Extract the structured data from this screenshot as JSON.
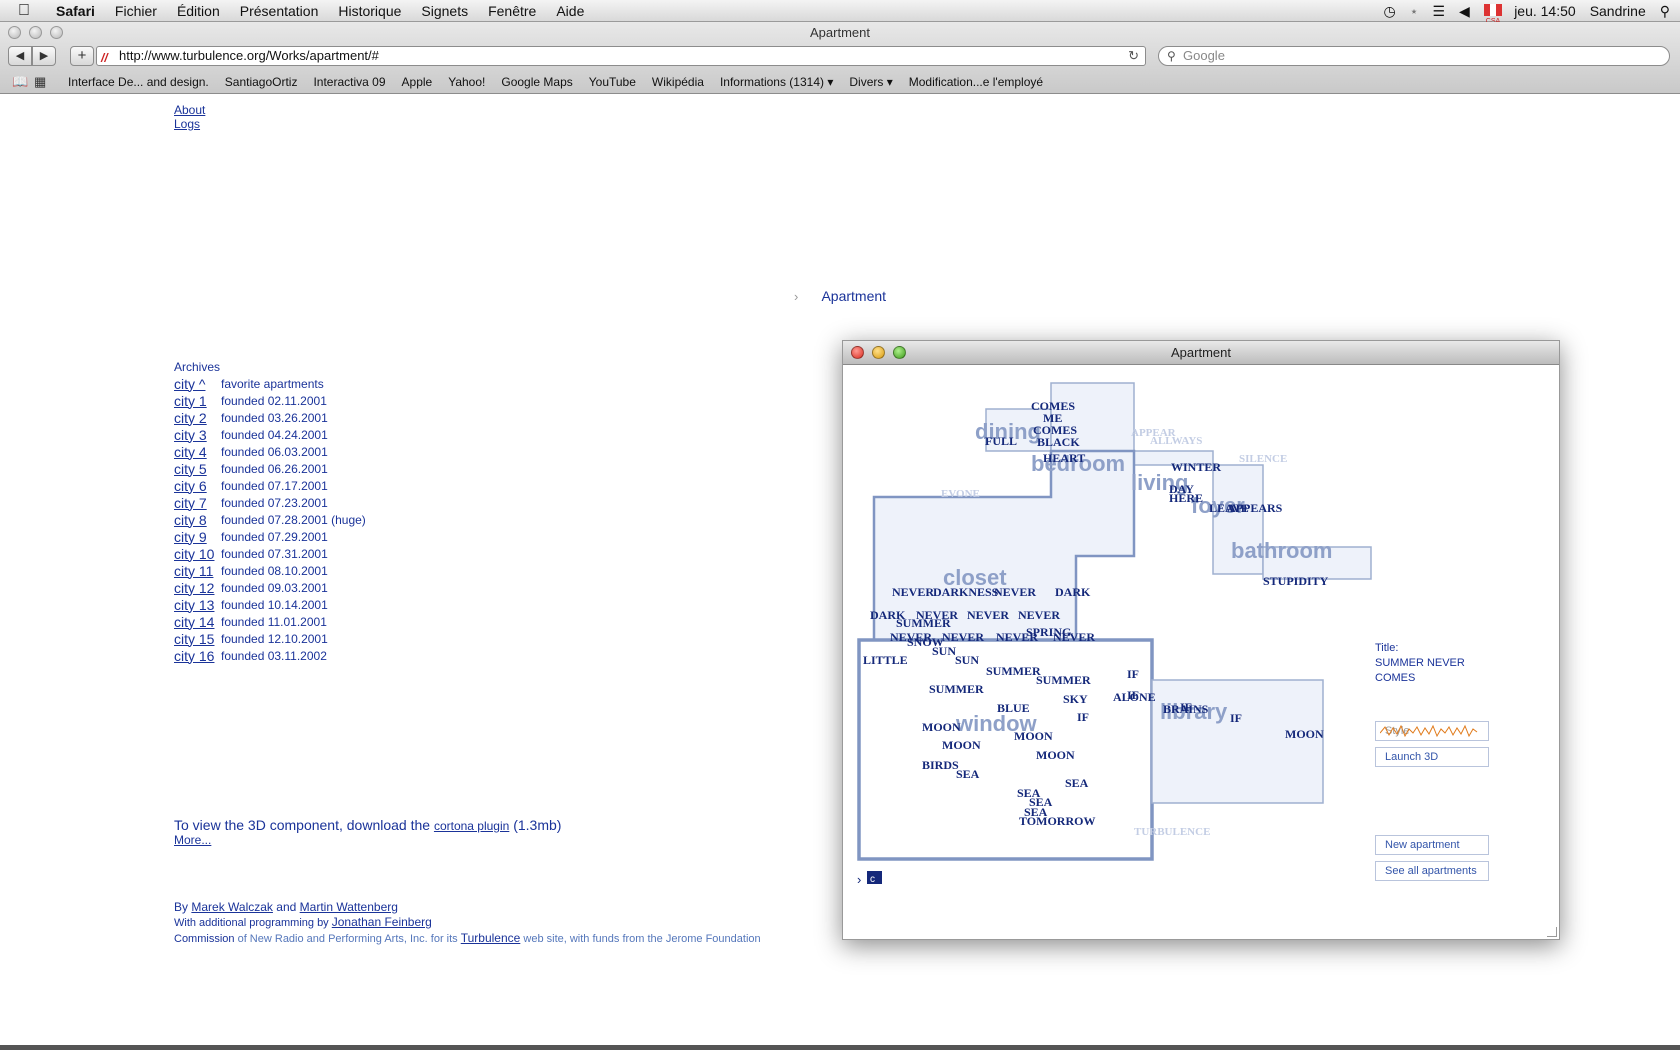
{
  "menubar": {
    "app": "Safari",
    "items": [
      "Fichier",
      "Édition",
      "Présentation",
      "Historique",
      "Signets",
      "Fenêtre",
      "Aide"
    ],
    "clock": "jeu. 14:50",
    "user": "Sandrine",
    "flag_label": "CSA"
  },
  "browser": {
    "window_title": "Apartment",
    "url": "http://www.turbulence.org/Works/apartment/#",
    "search_placeholder": "Google",
    "bookmarks": [
      "Interface De... and design.",
      "SantiagoOrtiz",
      "Interactiva 09",
      "Apple",
      "Yahoo!",
      "Google Maps",
      "YouTube",
      "Wikipédia",
      "Informations (1314) ▾",
      "Divers ▾",
      "Modification...e l'employé"
    ]
  },
  "page": {
    "top_links": [
      "About",
      "Logs"
    ],
    "heading": "Apartment",
    "archives_title": "Archives",
    "archives": [
      {
        "name": "city ^",
        "desc": "favorite apartments"
      },
      {
        "name": "city 1",
        "desc": "founded 02.11.2001"
      },
      {
        "name": "city 2",
        "desc": "founded 03.26.2001"
      },
      {
        "name": "city 3",
        "desc": "founded 04.24.2001"
      },
      {
        "name": "city 4",
        "desc": "founded 06.03.2001"
      },
      {
        "name": "city 5",
        "desc": "founded 06.26.2001"
      },
      {
        "name": "city 6",
        "desc": "founded 07.17.2001"
      },
      {
        "name": "city 7",
        "desc": "founded 07.23.2001"
      },
      {
        "name": "city 8",
        "desc": "founded 07.28.2001 (huge)"
      },
      {
        "name": "city 9",
        "desc": "founded 07.29.2001"
      },
      {
        "name": "city 10",
        "desc": "founded 07.31.2001"
      },
      {
        "name": "city 11",
        "desc": "founded 08.10.2001"
      },
      {
        "name": "city 12",
        "desc": "founded 09.03.2001"
      },
      {
        "name": "city 13",
        "desc": "founded 10.14.2001"
      },
      {
        "name": "city 14",
        "desc": "founded 11.01.2001"
      },
      {
        "name": "city 15",
        "desc": "founded 12.10.2001"
      },
      {
        "name": "city 16",
        "desc": "founded 03.11.2002"
      }
    ],
    "plugin_text_before": "To view the 3D component, download the",
    "plugin_link": "cortona plugin",
    "plugin_text_after": "(1.3mb)",
    "more_link": "More...",
    "credits": {
      "by": "By",
      "author1": "Marek Walczak",
      "and": "and",
      "author2": "Martin Wattenberg",
      "additional": "With additional programming by",
      "programmer": "Jonathan Feinberg",
      "commission_word": "Commission",
      "commission_rest": "of New Radio and Performing Arts, Inc. for its",
      "turbulence": "Turbulence",
      "funds": "web site, with funds from the Jerome Foundation"
    }
  },
  "applet": {
    "window_title": "Apartment",
    "title_label": "Title:",
    "title_value_1": "SUMMER NEVER",
    "title_value_2": "COMES",
    "style_btn": "Style",
    "launch_btn": "Launch 3D",
    "new_btn": "New apartment",
    "see_all_btn": "See all apartments",
    "room_labels": [
      "dining",
      "bedroom",
      "living",
      "foyer",
      "bathroom",
      "closet",
      "window",
      "library"
    ],
    "faint_words": [
      "APPEAR",
      "ALLWAYS",
      "SILENCE",
      "EVONE",
      "TURBULENCE"
    ],
    "words": [
      "COMES",
      "ME",
      "COMES",
      "BLACK",
      "FULL",
      "HEART",
      "WINTER",
      "DAY",
      "HERE",
      "LEAVE",
      "APPEARS",
      "STUPIDITY",
      "NEVER",
      "DARKNESS",
      "NEVER",
      "DARK",
      "DARK",
      "NEVER",
      "NEVER",
      "NEVER",
      "SUMMER",
      "NEVER",
      "SNOW",
      "NEVER",
      "NEVER",
      "SPRING",
      "NEVER",
      "SUN",
      "LITTLE",
      "SUN",
      "SUMMER",
      "SUMMER",
      "IF",
      "IF",
      "SUMMER",
      "SKY",
      "ALONE",
      "BLUE",
      "BRAINS",
      "IF",
      "IF",
      "MOON",
      "MOON",
      "MOON",
      "MOON",
      "MOON",
      "IF",
      "BIRDS",
      "SEA",
      "SEA",
      "SEA",
      "SEA",
      "SEA",
      "TOMORROW"
    ],
    "prompt_char": "c",
    "colors": {
      "room_fill": "#eef2fa",
      "room_stroke": "#9fb0d0",
      "active_stroke": "#8095c2",
      "word": "#14287a",
      "room_label": "#8ea0c8"
    }
  }
}
